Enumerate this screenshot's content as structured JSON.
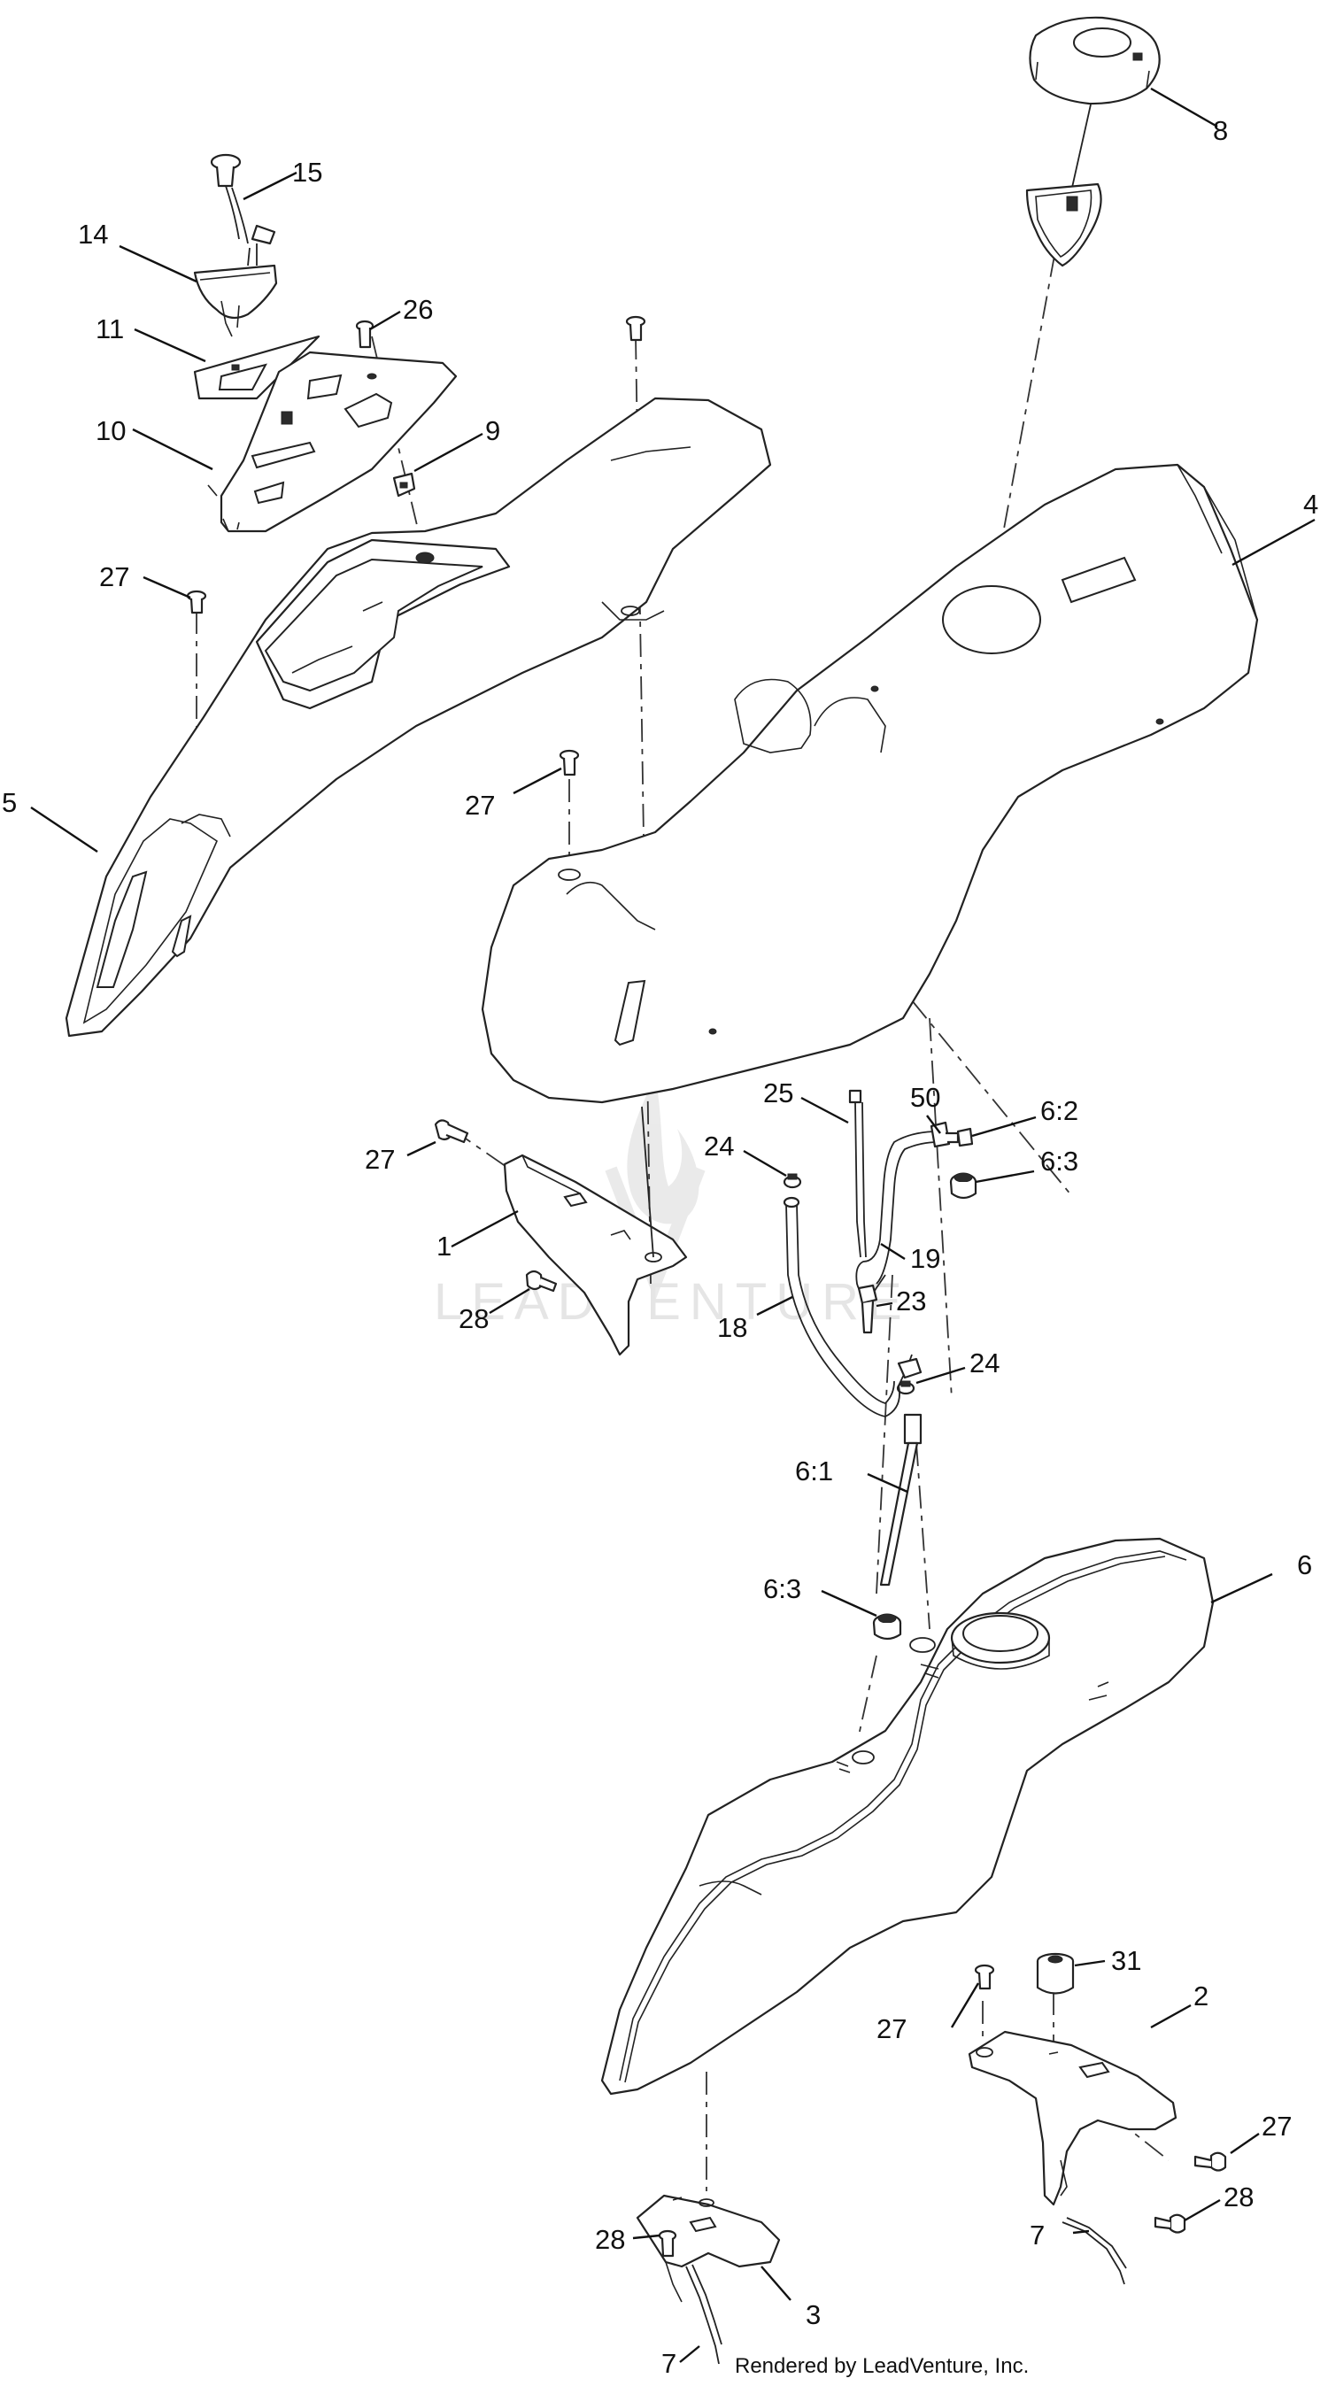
{
  "watermark": {
    "text": "LEADVENTURE"
  },
  "credit": "Rendered by LeadVenture, Inc.",
  "callouts": [
    "1",
    "2",
    "3",
    "4",
    "5",
    "6",
    "6:1",
    "6:2",
    "6:3",
    "6:3",
    "7",
    "7",
    "8",
    "9",
    "10",
    "11",
    "14",
    "15",
    "18",
    "19",
    "23",
    "24",
    "24",
    "25",
    "26",
    "27",
    "27",
    "27",
    "27",
    "27",
    "28",
    "28",
    "28",
    "31",
    "50"
  ]
}
